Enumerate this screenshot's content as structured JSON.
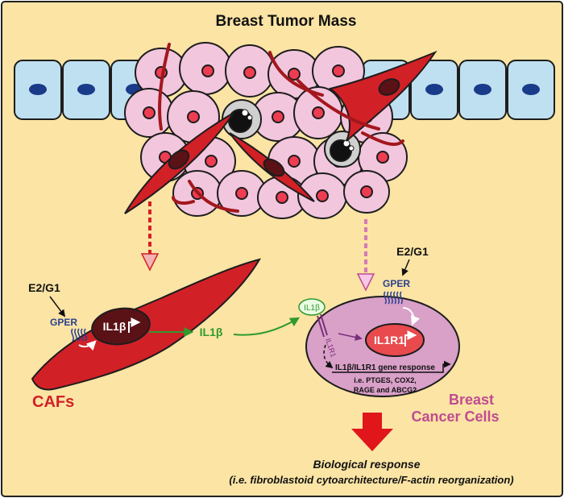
{
  "title": "Breast Tumor Mass",
  "left_panel": {
    "stimulus": "E2/G1",
    "receptor": "GPER",
    "nucleus_gene": "IL1β",
    "cell_label": "CAFs"
  },
  "secreted_factor": "IL1β",
  "right_panel": {
    "stimulus": "E2/G1",
    "receptor": "GPER",
    "ligand_bubble": "IL1β",
    "membrane_receptor": "IL1R1",
    "nucleus_gene": "IL1R1",
    "gene_response": "IL1β/IL1R1 gene response",
    "gene_examples_line1": "i.e. PTGES, COX2,",
    "gene_examples_line2": "RAGE and ABCG2",
    "cell_label_line1": "Breast",
    "cell_label_line2": "Cancer Cells"
  },
  "outcome": {
    "line1": "Biological response",
    "line2": "(i.e. fibroblastoid cytoarchitecture/F-actin reorganization)"
  },
  "colors": {
    "background": "#fbe4a4",
    "caf_red": "#d22027",
    "caf_nucleus": "#5a1216",
    "tumor_cell": "#f2c6dd",
    "tumor_nucleus": "#ee3d52",
    "epithelium": "#bfe0f0",
    "epithelium_nucleus": "#1a3a8a",
    "cancer_cell": "#d9a0c8",
    "cancer_nucleus": "#e94a4e",
    "receptor_blue": "#2b3f90",
    "signal_green": "#2f9a2f",
    "cancer_label": "#c04b91",
    "arrow_red": "#e0161b"
  }
}
